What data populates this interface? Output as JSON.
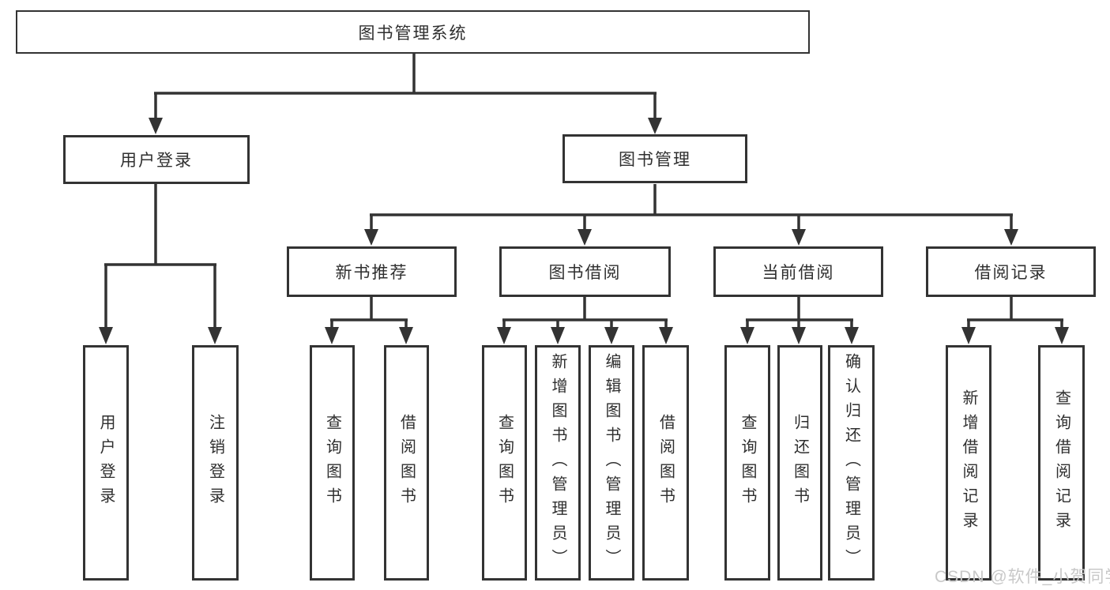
{
  "diagram": {
    "tree": {
      "root": {
        "label": "图书管理系统",
        "children": [
          {
            "label": "用户登录",
            "children": [
              {
                "label": "用户登录"
              },
              {
                "label": "注销登录"
              }
            ]
          },
          {
            "label": "图书管理",
            "children": [
              {
                "label": "新书推荐",
                "children": [
                  {
                    "label": "查询图书"
                  },
                  {
                    "label": "借阅图书"
                  }
                ]
              },
              {
                "label": "图书借阅",
                "children": [
                  {
                    "label": "查询图书"
                  },
                  {
                    "label": "新增图书（管理员）"
                  },
                  {
                    "label": "编辑图书（管理员）"
                  },
                  {
                    "label": "借阅图书"
                  }
                ]
              },
              {
                "label": "当前借阅",
                "children": [
                  {
                    "label": "查询图书"
                  },
                  {
                    "label": "归还图书"
                  },
                  {
                    "label": "确认归还（管理员）"
                  }
                ]
              },
              {
                "label": "借阅记录",
                "children": [
                  {
                    "label": "新增借阅记录"
                  },
                  {
                    "label": "查询借阅记录"
                  }
                ]
              }
            ]
          }
        ]
      }
    }
  },
  "watermark": {
    "text": "CSDN @软件_小贺同学"
  },
  "colors": {
    "line": "#333333",
    "box_border": "#333333",
    "text": "#2f2f2f",
    "watermark": "#c8c8c8",
    "background": "#ffffff"
  }
}
